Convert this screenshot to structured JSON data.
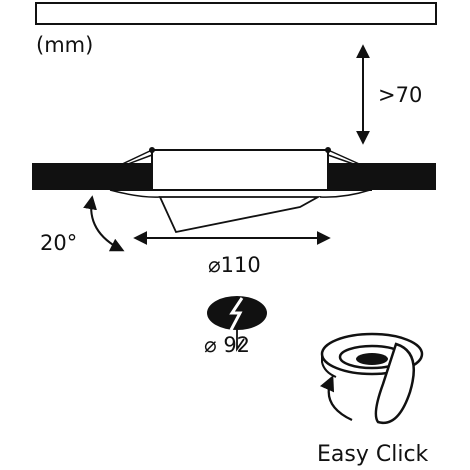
{
  "labels": {
    "unit": "(mm)",
    "depth": ">70",
    "tilt_angle": "20°",
    "outer_diameter": "⌀110",
    "cutout_diameter": "⌀ 92",
    "easy_click": "Easy Click"
  },
  "icons": [
    "ceiling-strip-icon",
    "depth-arrow-icon",
    "recessed-luminaire-icon",
    "tilt-arrow-icon",
    "diameter-arrow-icon",
    "hole-saw-icon",
    "easy-click-ring-icon",
    "rotate-arrow-icon"
  ],
  "colors": {
    "ink": "#111111",
    "background": "#ffffff"
  }
}
